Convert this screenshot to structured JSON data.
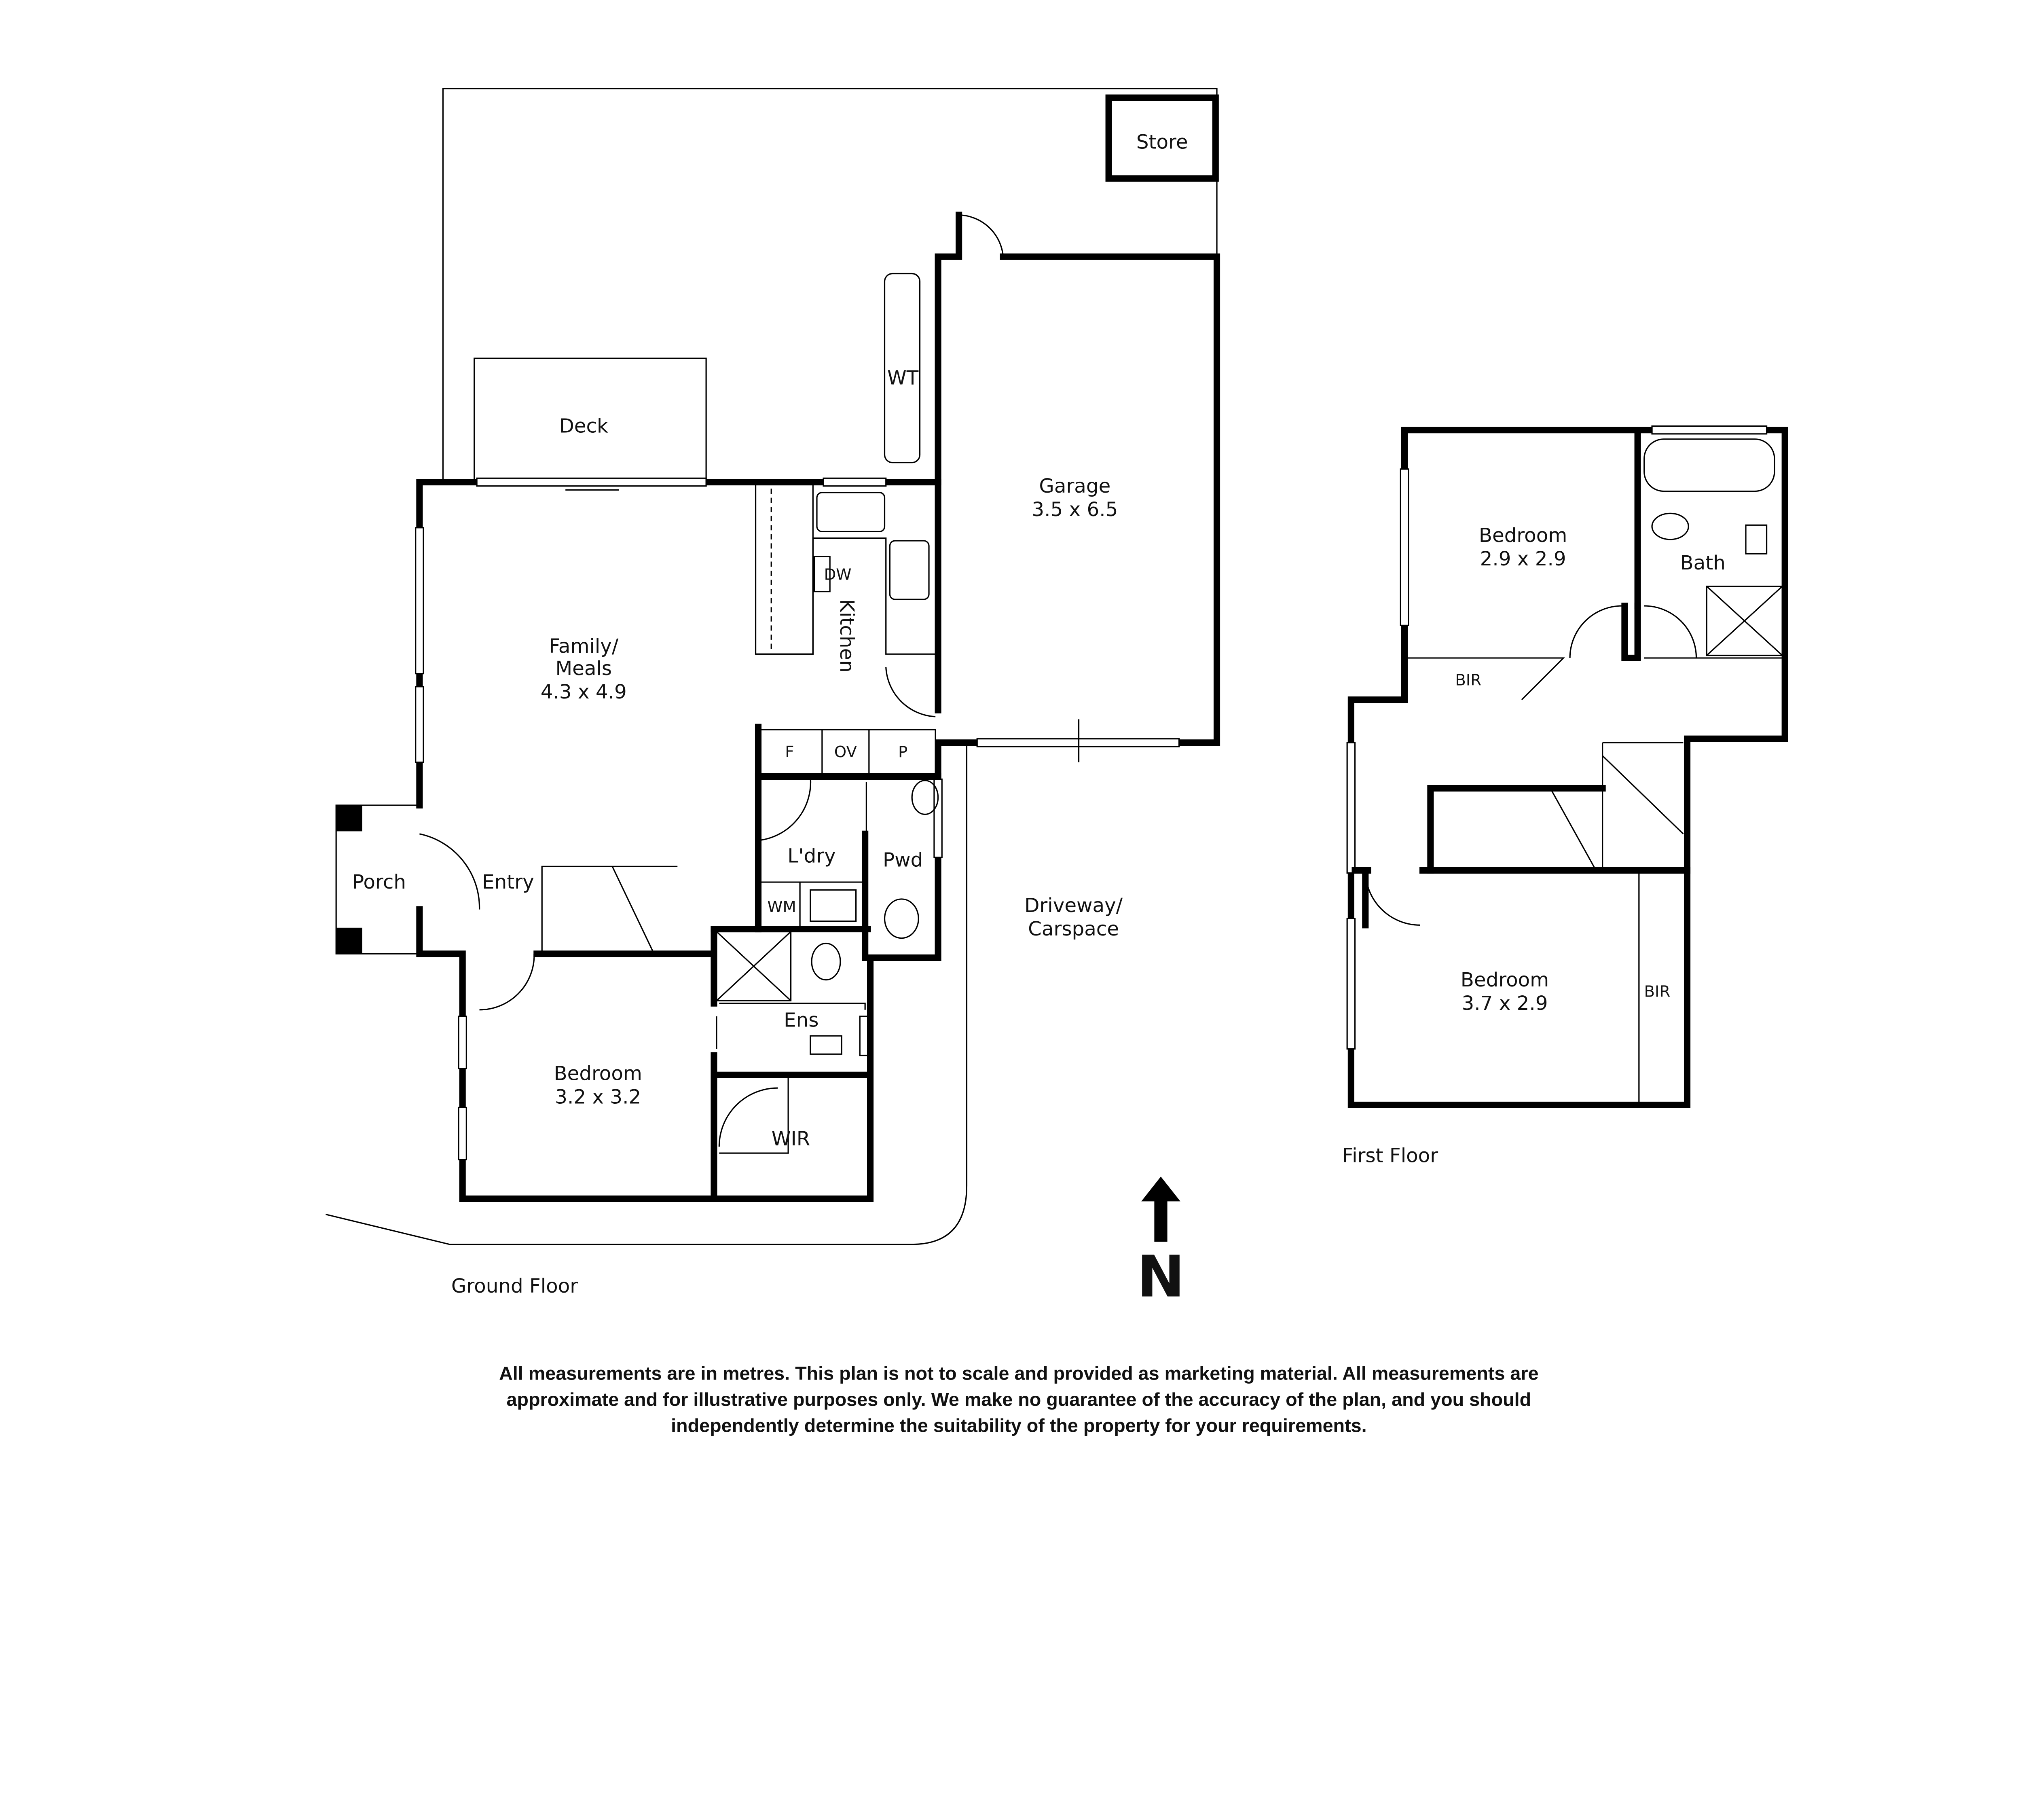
{
  "ground_floor": {
    "title": "Ground Floor",
    "rooms": {
      "store": "Store",
      "deck": "Deck",
      "wt": "WT",
      "garage": "Garage",
      "garage_dim": "3.5 x 6.5",
      "family": "Family/",
      "meals": "Meals",
      "family_dim": "4.3 x 4.9",
      "kitchen": "Kitchen",
      "dw": "DW",
      "f": "F",
      "ov": "OV",
      "p": "P",
      "laundry": "L'dry",
      "wm": "WM",
      "pwd": "Pwd",
      "porch": "Porch",
      "entry": "Entry",
      "ens": "Ens",
      "bedroom": "Bedroom",
      "bedroom_dim": "3.2 x 3.2",
      "wir": "WIR",
      "driveway": "Driveway/",
      "carspace": "Carspace"
    }
  },
  "first_floor": {
    "title": "First Floor",
    "rooms": {
      "bedroom1": "Bedroom",
      "bedroom1_dim": "2.9 x 2.9",
      "bath": "Bath",
      "bir1": "BIR",
      "bedroom2": "Bedroom",
      "bedroom2_dim": "3.7 x 2.9",
      "bir2": "BIR"
    }
  },
  "compass": {
    "label": "N",
    "icon": "north-arrow-icon"
  },
  "disclaimer": {
    "line1": "All measurements are in metres. This plan is not to scale and provided as marketing material. All measurements are",
    "line2": "approximate and for illustrative purposes only. We make no guarantee of the accuracy of the plan, and you should",
    "line3": "independently determine the suitability of the property for your requirements."
  }
}
